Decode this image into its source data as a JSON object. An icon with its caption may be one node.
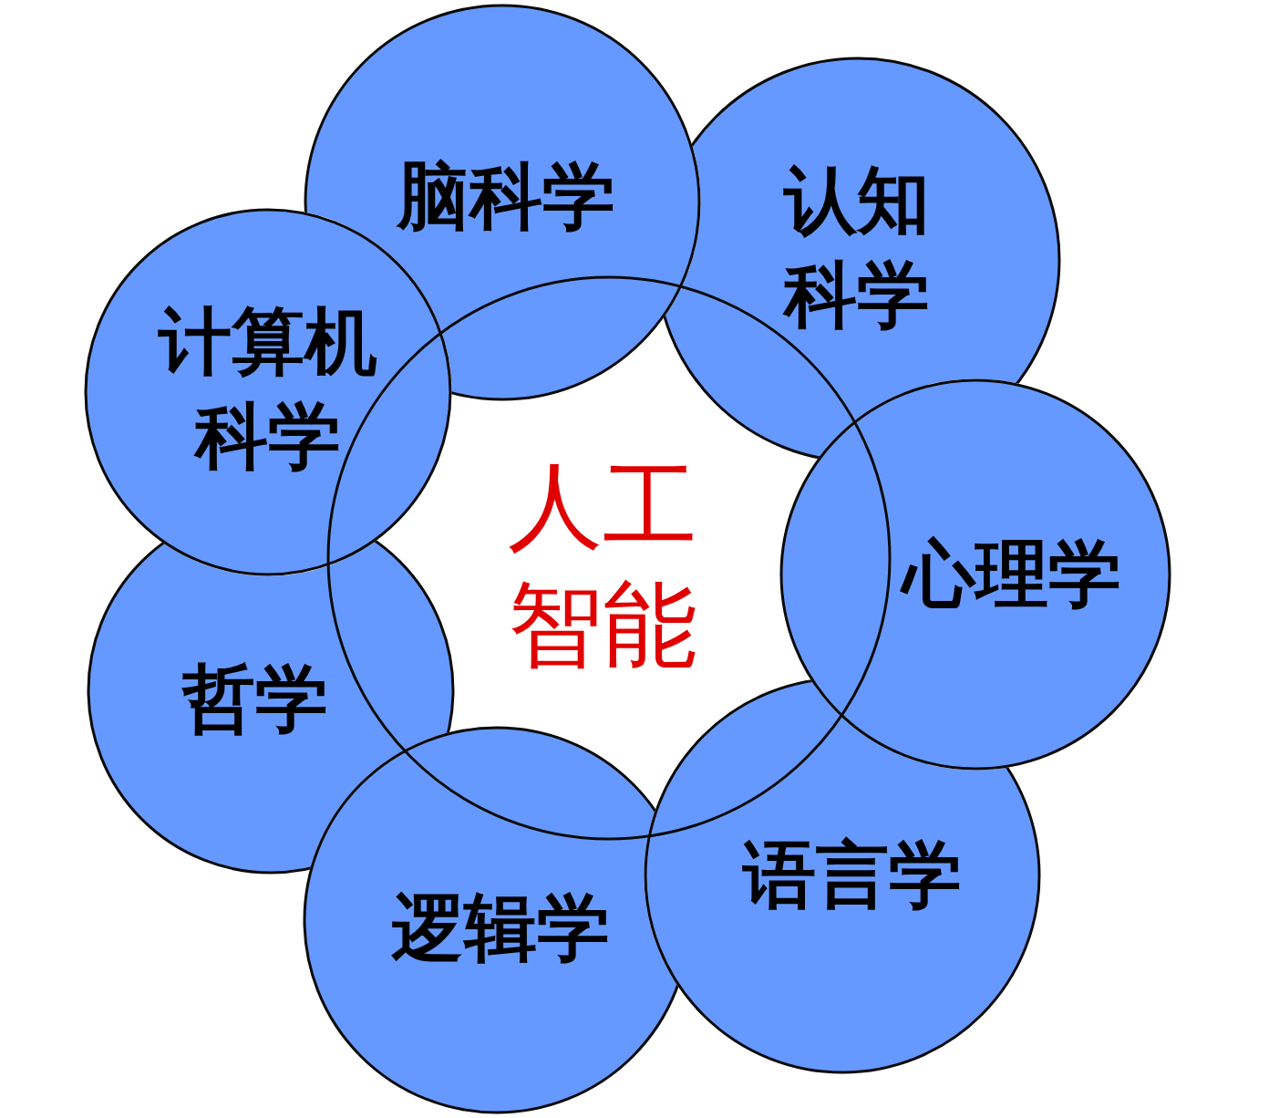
{
  "diagram": {
    "nodes": [
      {
        "text": [
          "脑科学"
        ]
      },
      {
        "text": [
          "认知科学"
        ]
      },
      {
        "text": [
          "计算机科学"
        ]
      },
      {
        "text": [
          "人工智能"
        ]
      },
      {
        "text": [
          "心理学"
        ]
      },
      {
        "text": [
          "哲学"
        ]
      },
      {
        "text": [
          "语言学"
        ]
      },
      {
        "text": [
          "逻辑学"
        ]
      }
    ]
  }
}
